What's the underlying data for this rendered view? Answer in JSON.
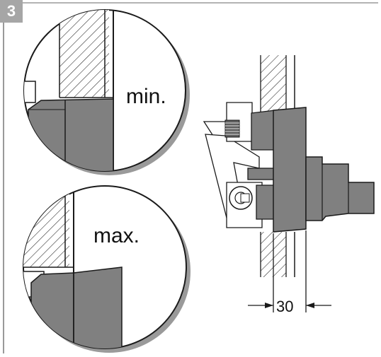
{
  "step": {
    "number": "3"
  },
  "detail_min": {
    "label": "min."
  },
  "detail_max": {
    "label": "max."
  },
  "dimension": {
    "value": "30"
  },
  "colors": {
    "badge_gray": "#a6a6a6",
    "part_gray": "#808080",
    "outline": "#1a1a1a",
    "shadow": "#9a9a9a"
  }
}
